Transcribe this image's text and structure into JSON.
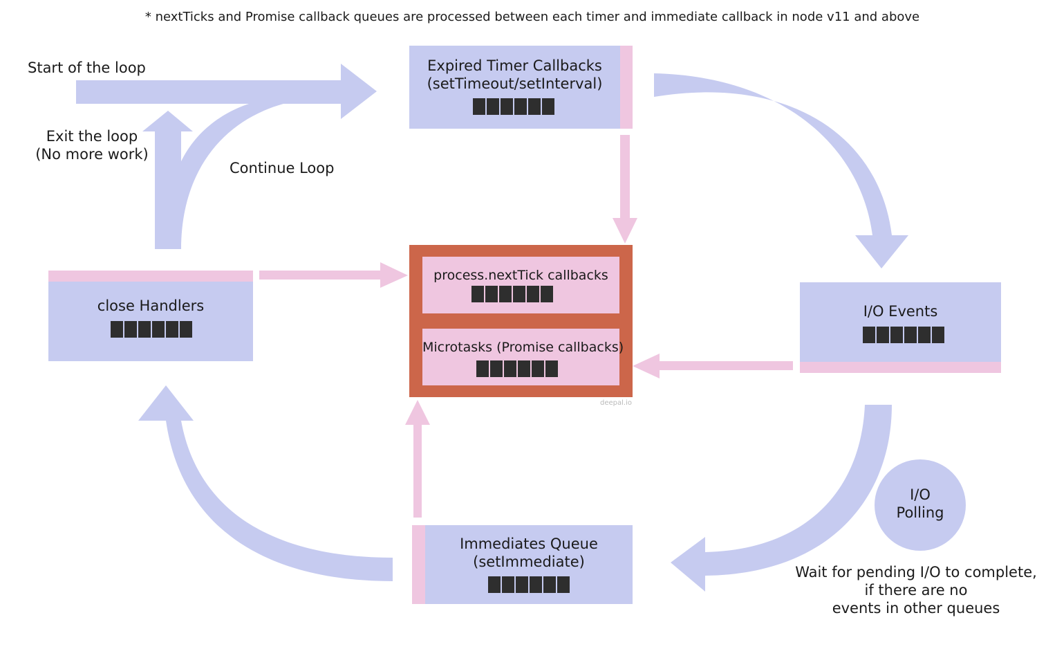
{
  "note": "* nextTicks and Promise callback queues are processed between each timer and immediate callback in node v11 and above",
  "labels": {
    "start": "Start of the loop",
    "exit_line1": "Exit the loop",
    "exit_line2": "(No more work)",
    "continue": "Continue Loop",
    "io_wait_line1": "Wait for pending I/O to complete,",
    "io_wait_line2": "if there are no",
    "io_wait_line3": "events in other queues",
    "watermark": "deepal.io"
  },
  "phases": {
    "timers": {
      "line1": "Expired Timer Callbacks",
      "line2": "(setTimeout/setInterval)"
    },
    "io": {
      "line1": "I/O Events"
    },
    "immediates": {
      "line1": "Immediates Queue",
      "line2": "(setImmediate)"
    },
    "close": {
      "line1": "close Handlers"
    }
  },
  "microtask_queues": {
    "next_tick": "process.nextTick callbacks",
    "promises": "Microtasks (Promise callbacks)"
  },
  "io_polling": {
    "line1": "I/O",
    "line2": "Polling"
  },
  "colors": {
    "phase_box": "#c6cbf0",
    "queue_strip": "#efc6e0",
    "core_box": "#cc664a",
    "loop_arrow": "#c6cbf0",
    "micro_arrow": "#efc6e0",
    "queue_block": "#2e2e2e"
  }
}
